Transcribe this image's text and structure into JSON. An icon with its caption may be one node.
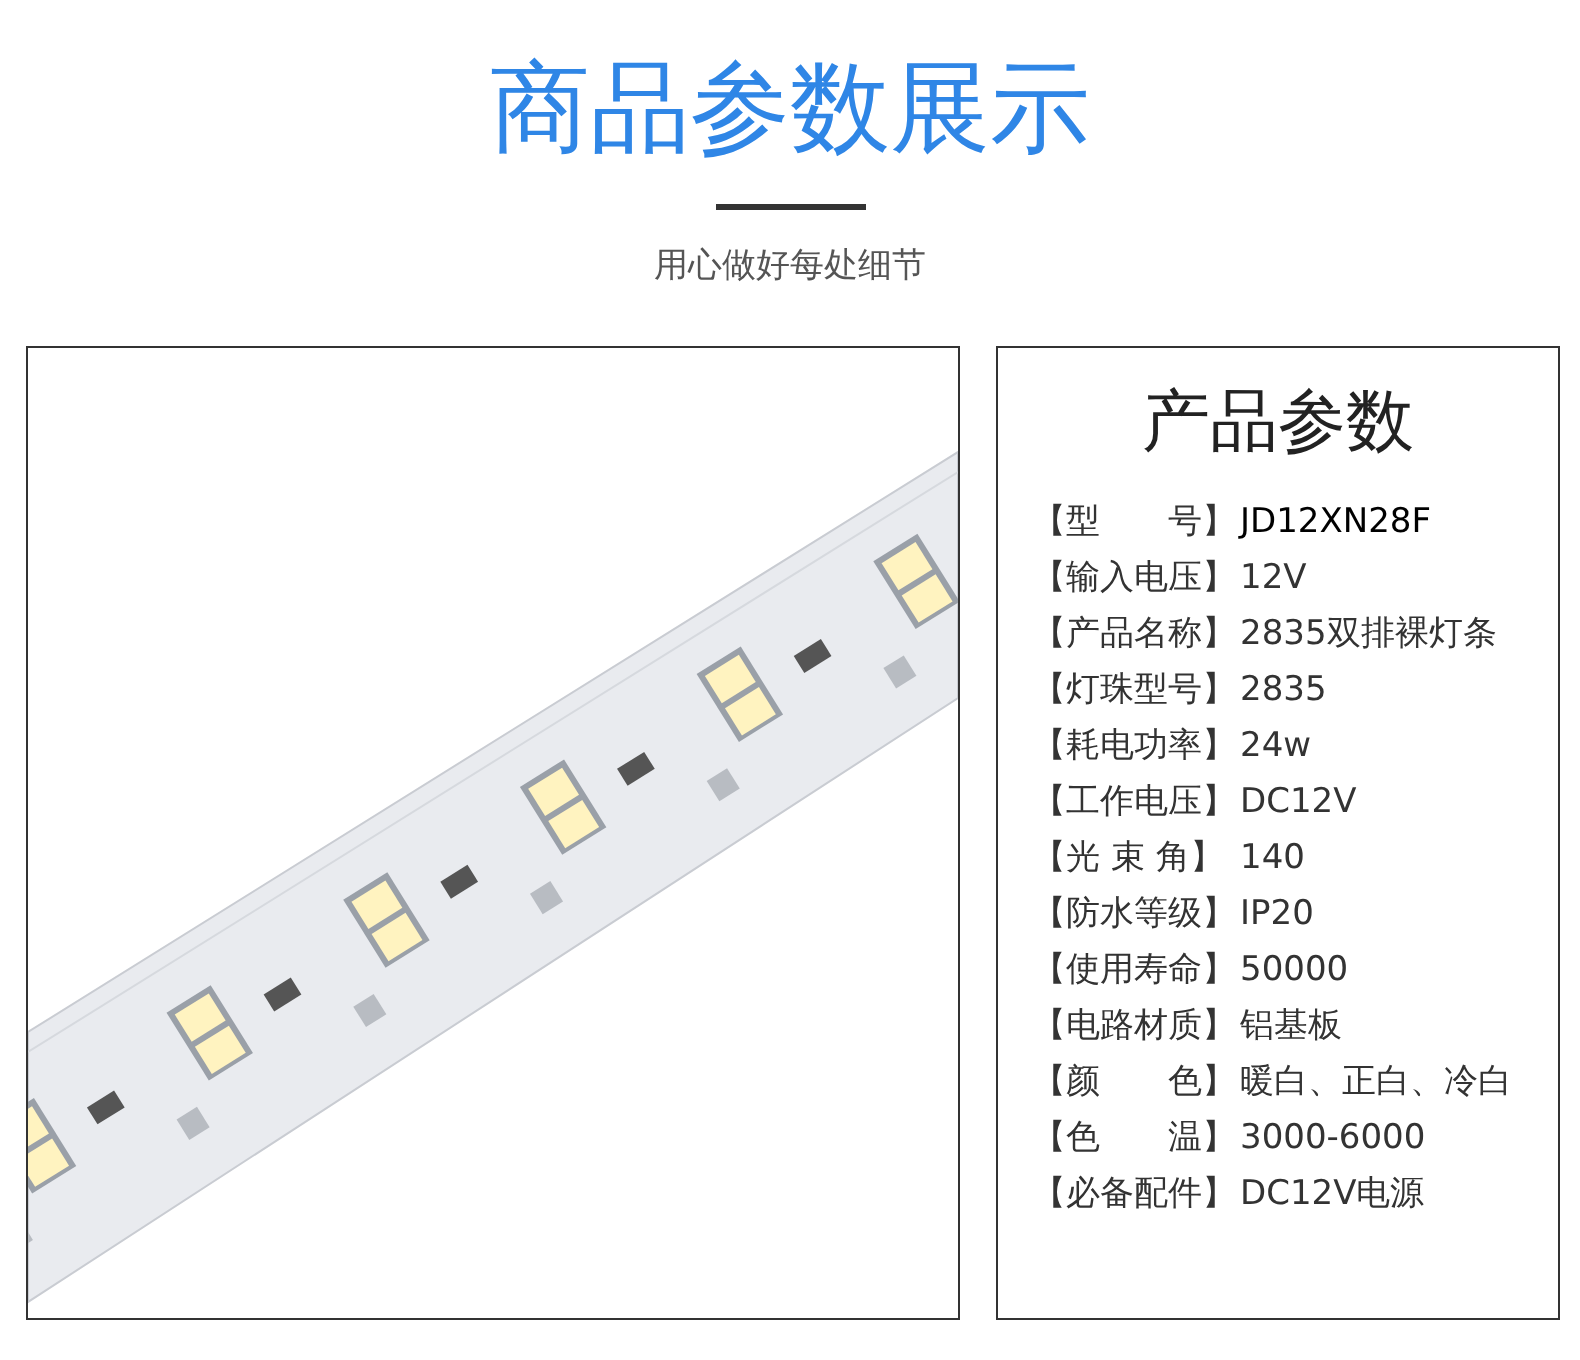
{
  "diagram": {
    "title": "商品参数展示",
    "nodes": [
      {
        "text": [],
        "shape": "picture"
      },
      {
        "text": [
          "产品参数"
        ]
      }
    ],
    "edges": [],
    "labels": [
      "用心做好每处细节",
      "【型　　号】",
      "JD12XN28F",
      "【输入电压】",
      "12V",
      "【产品名称】",
      "2835双排裸灯条",
      "【灯珠型号】",
      "2835",
      "【耗电功率】",
      "24w",
      "【工作电压】",
      "DC12V",
      "【光 束 角】",
      "140",
      "【防水等级】",
      "IP20",
      "【使用寿命】",
      "50000",
      "【电路材质】",
      "铝基板",
      "【颜　　色】",
      "暖白、正白、冷白",
      "【色　　温】",
      "3000-6000",
      "【必备配件】",
      "DC12V电源"
    ]
  }
}
